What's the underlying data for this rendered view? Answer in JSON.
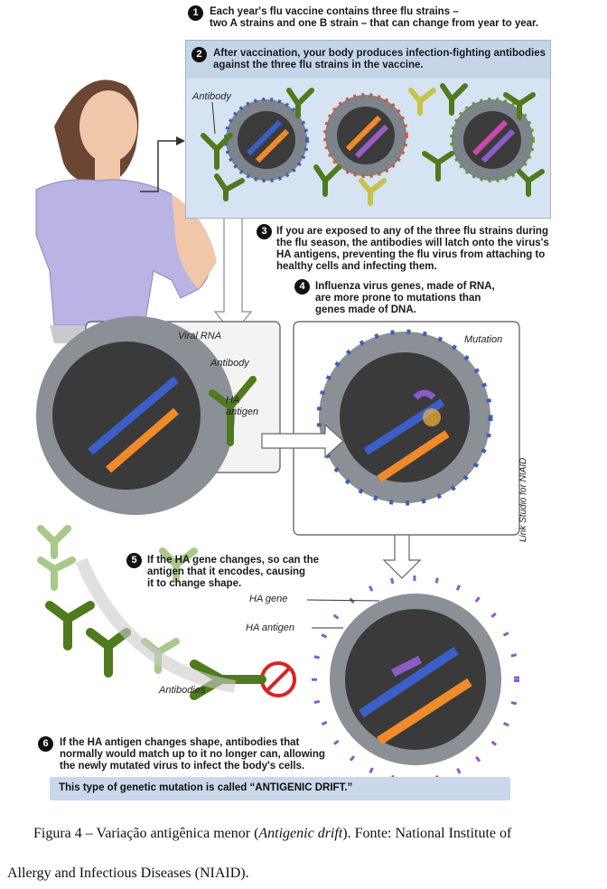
{
  "steps": [
    {
      "num": "1",
      "text_line1": "Each year's flu vaccine contains three flu strains –",
      "text_line2": "two A strains and one B strain – that can change from year to year."
    },
    {
      "num": "2",
      "text_line1": "After vaccination, your body produces infection-fighting antibodies",
      "text_line2": "against the three flu strains in the vaccine."
    },
    {
      "num": "3",
      "text_line1": "If you are exposed to any of the three flu strains during",
      "text_line2": "the flu season, the antibodies will latch onto the virus's",
      "text_line3": "HA antigens, preventing the flu virus from attaching to",
      "text_line4": "healthy cells and infecting them."
    },
    {
      "num": "4",
      "text_line1": "Influenza virus genes, made of RNA,",
      "text_line2": "are more prone to mutations than",
      "text_line3": "genes made of DNA."
    },
    {
      "num": "5",
      "text_line1": "If the HA gene changes, so can the",
      "text_line2": "antigen that it encodes, causing",
      "text_line3": "it to change shape."
    },
    {
      "num": "6",
      "text_line1": "If the HA antigen changes shape, antibodies that",
      "text_line2": "normally would match up to it no longer can, allowing",
      "text_line3": "the newly mutated virus to infect the body's cells."
    }
  ],
  "labels": {
    "antibody_top": "Antibody",
    "viral_rna": "Viral RNA",
    "antibody_mid": "Antibody",
    "ha_antigen_mid_1": "HA",
    "ha_antigen_mid_2": "antigen",
    "mutation": "Mutation",
    "credit": "Link Studio for NIAID",
    "ha_gene": "HA gene",
    "ha_antigen_bottom": "HA antigen",
    "antibodies": "Antibodies"
  },
  "drift_banner": "This type of genetic mutation is called “ANTIGENIC DRIFT.”",
  "caption": {
    "line1_prefix": "Figura 4 – Variação antigênica menor (",
    "line1_italic": "Antigenic drift",
    "line1_suffix": "). Fonte: National Institute of",
    "line2": "Allergy and Infectious Diseases (NIAID)."
  },
  "colors": {
    "panel_blue": "#d6e3f2",
    "antibody_green": "#4f7a1d",
    "antibody_light": "#a9c98a",
    "spike_blue": "#3f5fb0",
    "spike_purple": "#8a5cc8",
    "spike_orange": "#f08a2a",
    "rna_blue": "#3a5fc8",
    "rna_orange": "#f08a2a",
    "shirt": "#b9b4e3",
    "skin": "#f0c7a8",
    "hair": "#6b4632"
  }
}
